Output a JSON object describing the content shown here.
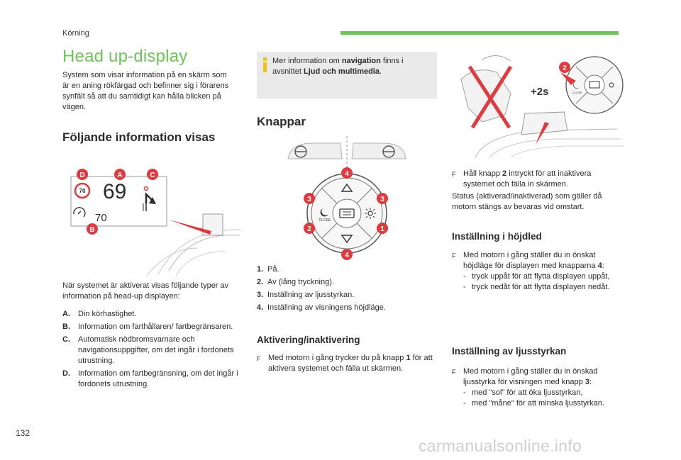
{
  "header": {
    "chapter": "Körning"
  },
  "title": "Head up-display",
  "intro": "System som visar information på en skärm som är en aning rökfärgad och befinner sig i förarens synfält så att du samtidigt kan hålla blicken på vägen.",
  "section_visas": {
    "heading": "Följande information visas",
    "figure": {
      "markers": [
        "D",
        "A",
        "C",
        "B"
      ],
      "speed_limit": "70",
      "speed": "69",
      "cruise_value": "70"
    },
    "below_figure": "När systemet är aktiverat visas följande typer av information på head-up displayen:",
    "items": [
      {
        "key": "A.",
        "text": "Din körhastighet."
      },
      {
        "key": "B.",
        "text": "Information om farthållaren/ fartbegränsaren."
      },
      {
        "key": "C.",
        "text": "Automatisk nödbromsvarnare och navigationsuppgifter, om det ingår i fordonets utrustning."
      },
      {
        "key": "D.",
        "text": "Information om fartbegränsning, om det ingår i fordonets utrustning."
      }
    ]
  },
  "infobox": {
    "pre": "Mer information om ",
    "bold1": "navigation",
    "mid": " finns i avsnittet ",
    "bold2": "Ljud och multimedia",
    "post": "."
  },
  "section_knappar": {
    "heading": "Knappar",
    "figure": {
      "labels": [
        "4",
        "3",
        "3",
        "2",
        "1",
        "4"
      ],
      "close_label": "CLOSE"
    },
    "items": [
      {
        "key": "1.",
        "text": "På."
      },
      {
        "key": "2.",
        "text": "Av (lång tryckning)."
      },
      {
        "key": "3.",
        "text": "Inställning av ljusstyrkan."
      },
      {
        "key": "4.",
        "text": "Inställning av visningens höjdläge."
      }
    ]
  },
  "section_aktivering": {
    "heading": "Aktivering/inaktivering",
    "bullet": {
      "pre": "Med motorn i gång trycker du på knapp ",
      "bold": "1",
      "post": " för att aktivera systemet och fälla ut skärmen."
    }
  },
  "right_figure": {
    "label_2": "2",
    "timer": "+2s",
    "close_label": "CLOSE"
  },
  "hall": {
    "pre": "Håll knapp ",
    "bold": "2",
    "post": " intryckt för att inaktivera systemet och fälla in skärmen."
  },
  "status_text": "Status (aktiverad/inaktiverad) som gäller då motorn stängs av bevaras vid omstart.",
  "section_hojd": {
    "heading": "Inställning i höjdled",
    "bullet": {
      "pre": "Med motorn i gång ställer du in önskat höjdläge för displayen med knapparna ",
      "bold": "4",
      "post": ":"
    },
    "subs": [
      "tryck uppåt för att flytta displayen uppåt,",
      "tryck nedåt för att flytta displayen nedåt."
    ]
  },
  "section_ljus": {
    "heading": "Inställning av ljusstyrkan",
    "bullet": {
      "pre": "Med motorn i gång ställer du in önskad ljusstyrka för visningen med knapp ",
      "bold": "3",
      "post": ":"
    },
    "subs": [
      "med \"sol\" för att öka ljusstyrkan,",
      "med \"måne\" för att minska ljusstyrkan."
    ]
  },
  "bullet_mark": "F",
  "dash": "-",
  "page_number": "132",
  "watermark": "carmanualsonline.info",
  "colors": {
    "accent_green": "#6ec25a",
    "marker_red": "#e0393e",
    "info_yellow": "#f0c020",
    "box_grey": "#eaeaea"
  }
}
